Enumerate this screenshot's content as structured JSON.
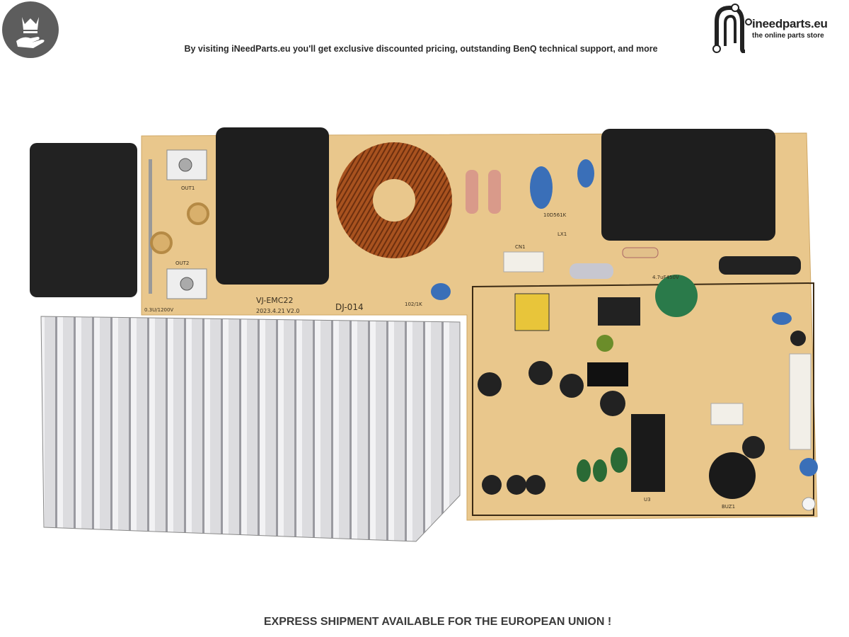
{
  "header": {
    "tagline": "By visiting iNeedParts.eu you'll get exclusive discounted pricing, outstanding BenQ technical support, and more",
    "badge_icon": "crown-on-hand-icon",
    "logo": {
      "name": "ineedparts.eu",
      "subtitle": "the online parts store"
    }
  },
  "product_photo": {
    "board_labels": {
      "model": "VJ-EMC22",
      "date": "2023.4.21  V2.0",
      "code": "DJ-014",
      "cap_rating": "0.3U/1200V",
      "out1": "OUT1",
      "out2": "OUT2",
      "zr1": "10D561K",
      "cn1": "CN1",
      "lx1": "LX1",
      "e1": "4.7uF450V",
      "c4": "102/1K",
      "buz": "BUZ1",
      "u3": "U3"
    },
    "colors": {
      "board": "#e9c78c",
      "heatsink": "#d9d9dc",
      "relay": "#1e1e1e",
      "coil": "#a8521f"
    }
  },
  "footer": {
    "text": "EXPRESS SHIPMENT AVAILABLE FOR THE EUROPEAN UNION !"
  }
}
